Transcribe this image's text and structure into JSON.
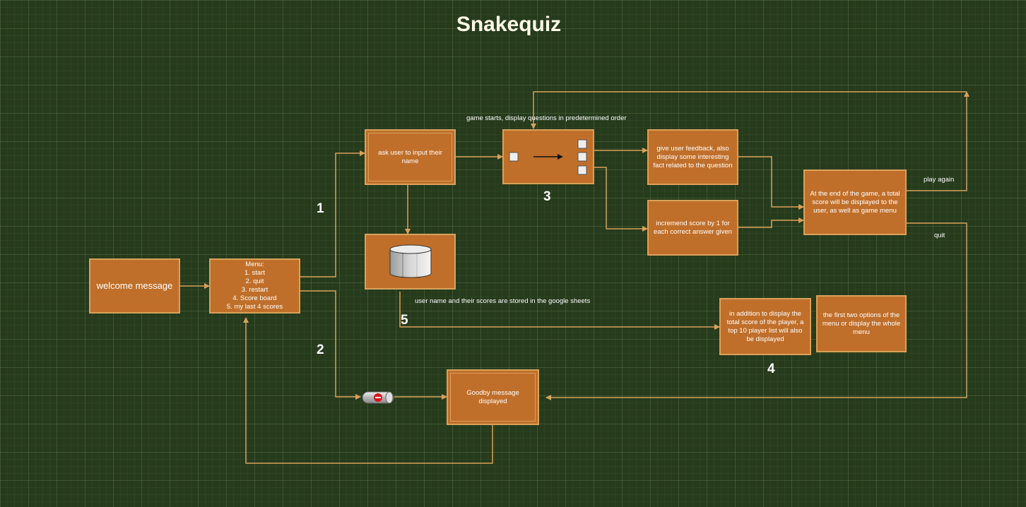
{
  "title": "Snakequiz",
  "colors": {
    "background": "#263a1c",
    "box_fill": "#c06f2a",
    "box_border": "#d9a15a",
    "connector": "#d9a15a"
  },
  "nodes": {
    "welcome": "welcome message",
    "menu_title": "Menu:",
    "menu_items": [
      "1. start",
      "2. quit",
      "3. restart",
      "4. Score board",
      "5. my last 4 scores"
    ],
    "ask_name": "ask user to input their name",
    "feedback": "give user feedback, also display some interesting fact related to the question",
    "increment": "incremend score by 1 for each correct answer given",
    "end_game": "At the end of the game, a total score will be displayed to the user, as well as game menu",
    "top10": "in addition to display the total score of the player, a top 10 player list will also be displayed",
    "menu_options": "the first two options of the menu or display the whole menu",
    "goodbye": "Goodby message displayed"
  },
  "labels": {
    "game_starts": "game starts, display questions in predetermined order",
    "stored": "user name and their scores are stored in the google sheets",
    "play_again": "play again",
    "quit": "quit"
  },
  "numbers": {
    "n1": "1",
    "n2": "2",
    "n3": "3",
    "n4": "4",
    "n5": "5"
  },
  "icons": [
    "database-icon",
    "question-flow-icon",
    "stop-pipe-icon"
  ]
}
